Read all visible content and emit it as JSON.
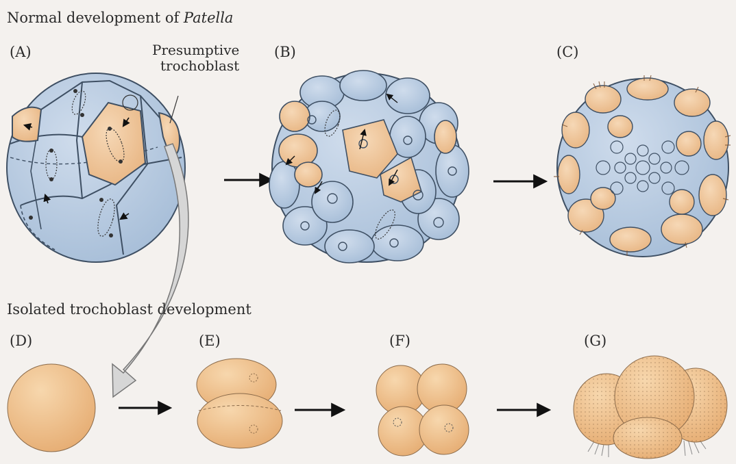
{
  "title": {
    "normal_prefix": "Normal development of ",
    "normal_genus": "Patella",
    "isolated": "Isolated trochoblast development"
  },
  "annotation": {
    "line1": "Presumptive",
    "line2": "trochoblast"
  },
  "panels": [
    "(A)",
    "(B)",
    "(C)",
    "(D)",
    "(E)",
    "(F)",
    "(G)"
  ],
  "colors": {
    "blue_cell": "#b9cde2",
    "blue_outline": "#3e4f63",
    "tan_cell": "#f0c9a3",
    "isolated_cell": "#f1c796",
    "arrow": "#111111",
    "background": "#f4f1ee"
  }
}
